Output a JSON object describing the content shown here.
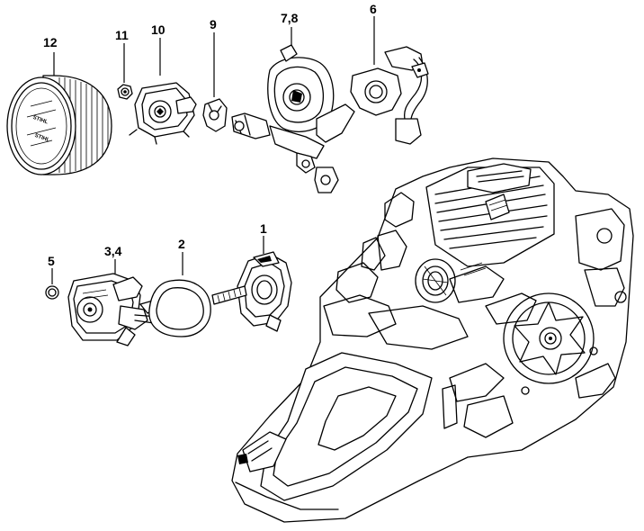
{
  "callouts": {
    "p12": "12",
    "p11": "11",
    "p10": "10",
    "p9": "9",
    "p78": "7,8",
    "p6": "6",
    "p5": "5",
    "p34": "3,4",
    "p2": "2",
    "p1": "1"
  }
}
